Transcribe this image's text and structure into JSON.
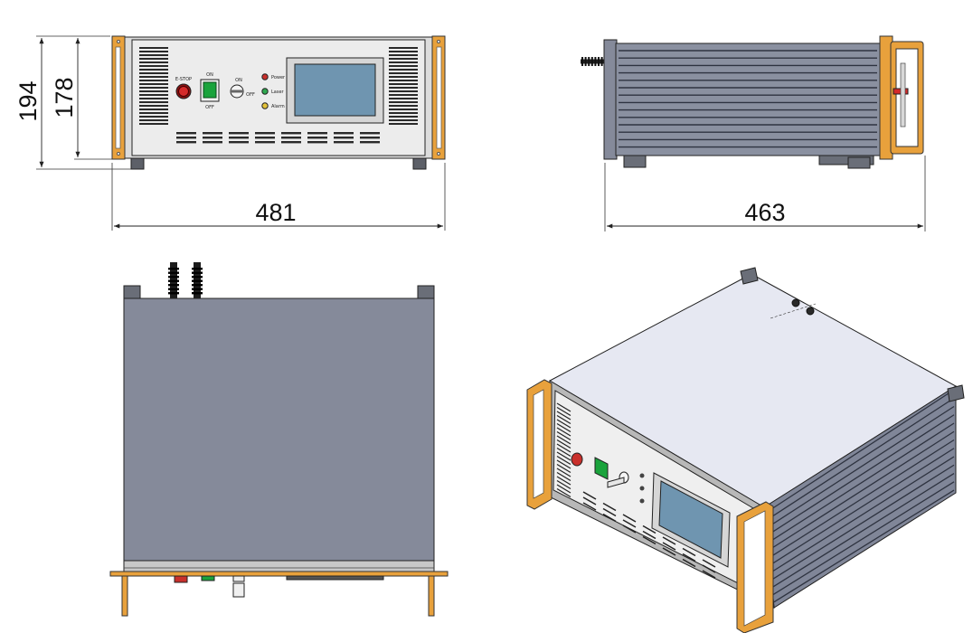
{
  "dimensions": {
    "front_width": "481",
    "side_depth": "463",
    "total_height": "194",
    "panel_height": "178"
  },
  "front_panel": {
    "estop_label": "E-STOP",
    "switch_on_label": "ON",
    "switch_off_label": "OFF",
    "key_on_label": "ON",
    "key_off_label": "OFF",
    "indicator_labels": [
      "Power",
      "Laser",
      "Alarm"
    ]
  },
  "colors": {
    "handle": "#e8a13c",
    "panel": "#ececec",
    "body": "#858a9a",
    "top": "#e6e8f2",
    "screen": "#6f95b0",
    "estop": "#d42a2a",
    "switch": "#1aa33c"
  }
}
